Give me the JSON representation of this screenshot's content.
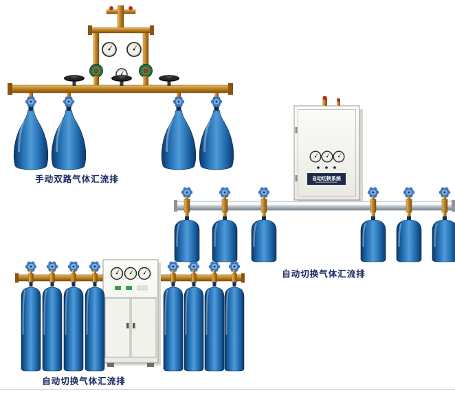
{
  "figures": [
    {
      "type": "manual-dual-manifold",
      "caption": "手动双路气体汇流排",
      "cylinders": 4,
      "regulators": 2,
      "gauges": 3,
      "shutoff_valves": 3
    },
    {
      "type": "auto-switch-manifold-wall-cabinet",
      "caption": "自动切换气体汇流排",
      "cylinders": 6,
      "gauges": 3,
      "cabinet": {
        "label": "自动切换系统"
      }
    },
    {
      "type": "auto-switch-manifold-floor-cabinet",
      "caption": "自动切换气体汇流排",
      "cylinders": 8,
      "gauges": 3
    }
  ],
  "colors": {
    "caption_text": "#16275f",
    "cylinder_blue": "#1e68ac",
    "brass_pipe": "#cf9434",
    "silver_pipe": "#c2c9cf",
    "cabinet_body": "#f2f2ec",
    "valve_wheel_blue": "#3c7ec9",
    "background": "#ffffff"
  }
}
